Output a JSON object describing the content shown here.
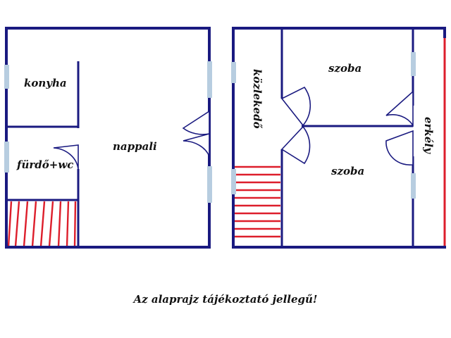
{
  "floor_1": {
    "rooms": {
      "konyha": "konyha",
      "furdo_wc": "fürdő+wc",
      "nappali": "nappali"
    }
  },
  "floor_2": {
    "rooms": {
      "kozlekedo": "közlekedő",
      "szoba_top": "szoba",
      "szoba_bottom": "szoba",
      "erkely": "erkély"
    }
  },
  "note": "Az alaprajz tájékoztató jellegű!",
  "colors": {
    "wall": "#1a1a80",
    "stairs": "#dd1e2b",
    "window": "#b7cde0"
  }
}
